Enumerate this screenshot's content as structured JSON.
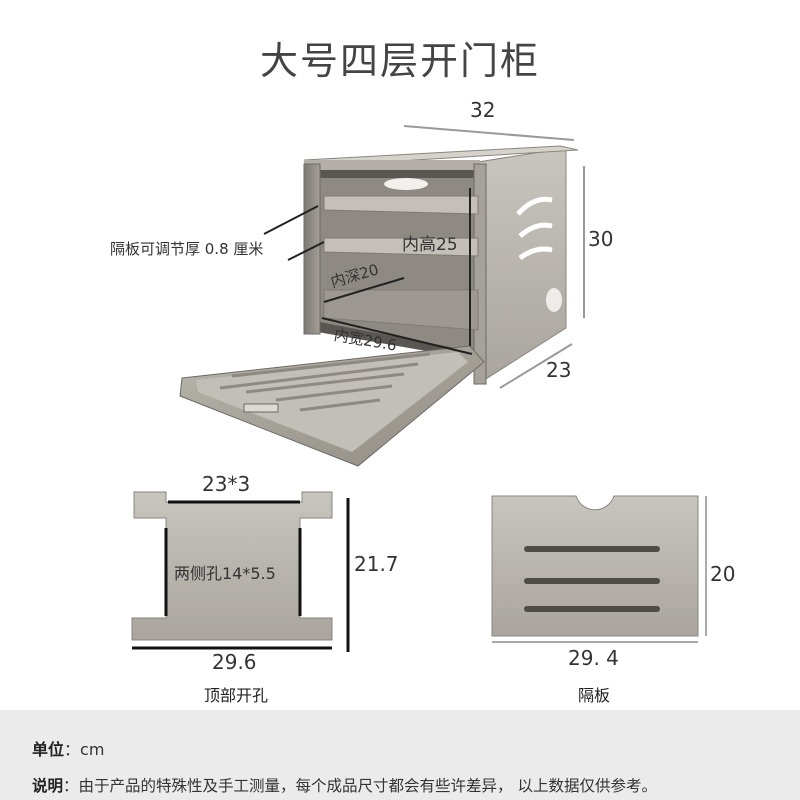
{
  "title": "大号四层开门柜",
  "cabinet": {
    "width_label": "32",
    "height_label": "30",
    "depth_label": "23",
    "shelf_note": "隔板可调节厚 0.8 厘米",
    "inner_height": "内高25",
    "inner_depth": "内深20",
    "inner_width": "内宽29.6"
  },
  "top_panel": {
    "notch_label": "23*3",
    "hole_label": "两侧孔14*5.5",
    "height_label": "21.7",
    "width_label": "29.6",
    "caption": "顶部开孔"
  },
  "shelf_panel": {
    "height_label": "20",
    "width_label": "29. 4",
    "caption": "隔板"
  },
  "footer": {
    "unit_key": "单位",
    "unit_value": "：cm",
    "note_key": "说明",
    "note_value": "：由于产品的特殊性及手工测量，每个成品尺寸都会有些许差异， 以上数据仅供参考。"
  }
}
